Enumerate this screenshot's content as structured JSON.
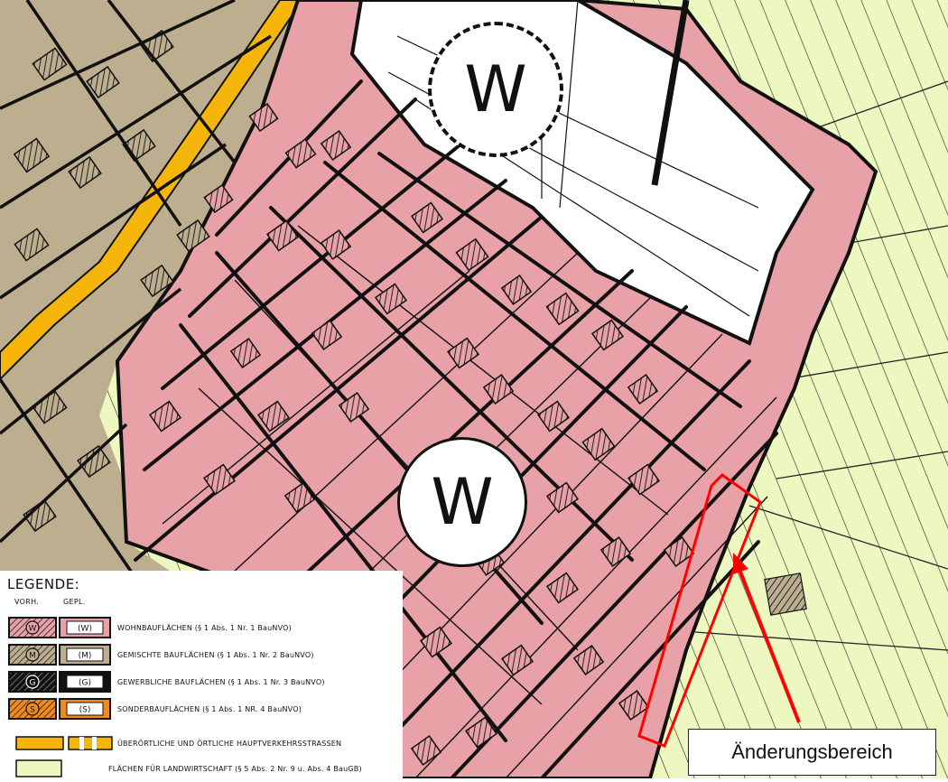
{
  "map": {
    "zone_labels": [
      {
        "id": "top",
        "text": "W"
      },
      {
        "id": "center",
        "text": "W"
      }
    ],
    "annotation": {
      "text": "Änderungsbereich",
      "color": "#ff0000"
    },
    "colors": {
      "residential": "#e7a1a7",
      "mixed": "#bcae8e",
      "agriculture": "#ecf8c0",
      "road": "#f5b50a",
      "white_area": "#ffffff",
      "lines": "#111111"
    }
  },
  "legend": {
    "title": "LEGENDE:",
    "col_existing": "VORH.",
    "col_planned": "GEPL.",
    "items": [
      {
        "symbol": "W",
        "symbol_name": "residential-symbol",
        "fill": "#e7a1a7",
        "label": "WOHNBAUFLÄCHEN (§ 1 Abs. 1 Nr. 1 BauNVO)"
      },
      {
        "symbol": "M",
        "symbol_name": "mixed-symbol",
        "fill": "#bcae8e",
        "label": "GEMISCHTE BAUFLÄCHEN (§ 1 Abs. 1 Nr. 2 BauNVO)"
      },
      {
        "symbol": "G",
        "symbol_name": "commercial-symbol",
        "fill": "#111111",
        "label": "GEWERBLICHE BAUFLÄCHEN (§ 1 Abs. 1 Nr. 3 BauNVO)"
      },
      {
        "symbol": "S",
        "symbol_name": "special-symbol",
        "fill": "#f08a1c",
        "label": "SONDERBAUFLÄCHEN (§ 1 Abs. 1 NR. 4 BauNVO)"
      },
      {
        "symbol": "",
        "symbol_name": "road-symbol",
        "fill": "#f5b50a",
        "label": "ÜBERÖRTLICHE UND ÖRTLICHE HAUPTVERKEHRSSTRASSEN"
      },
      {
        "symbol": "",
        "symbol_name": "agriculture-symbol",
        "fill": "#ecf8c0",
        "label": "FLÄCHEN FÜR LANDWIRTSCHAFT (§ 5 Abs. 2 Nr. 9 u. Abs. 4 BauGB)"
      }
    ]
  }
}
